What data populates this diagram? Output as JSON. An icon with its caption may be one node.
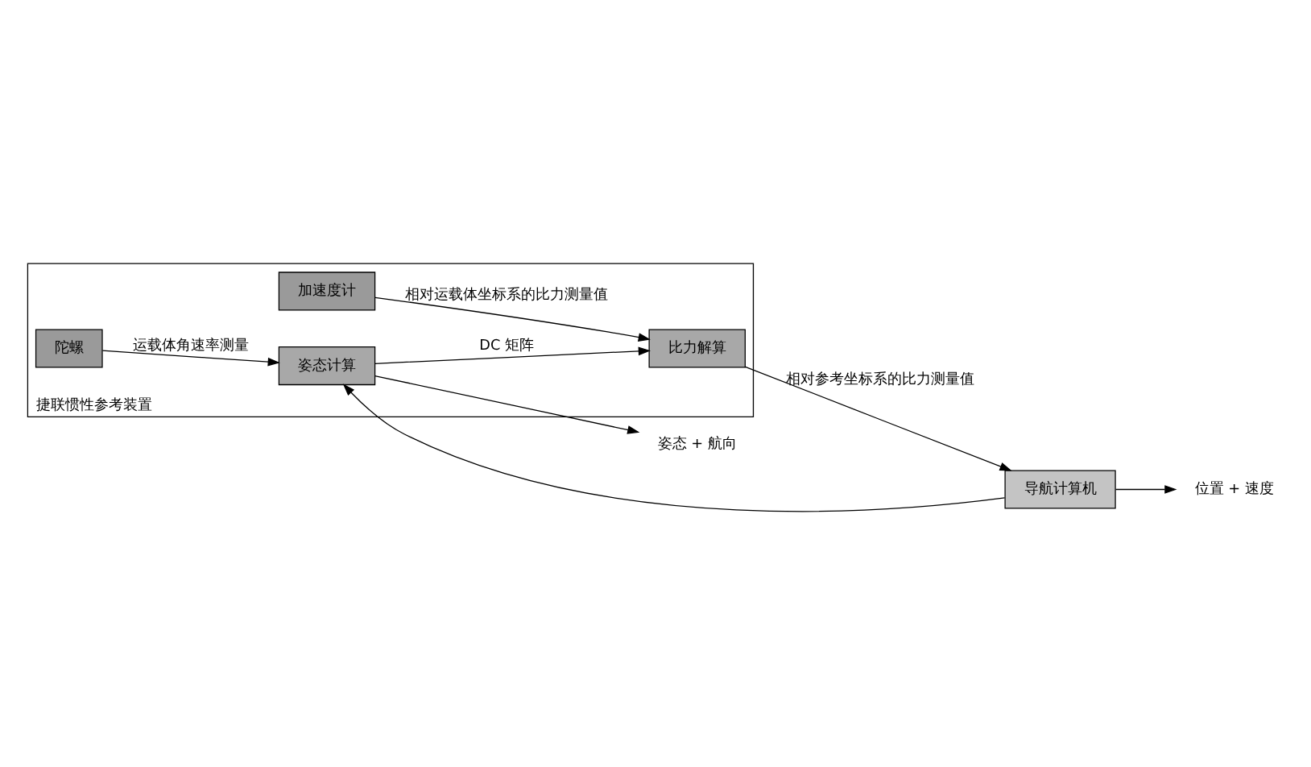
{
  "diagram": {
    "nodes": [
      {
        "text": [
          "捷联惯性参考装置"
        ]
      },
      {
        "text": [
          "加速度计"
        ],
        "in": 0
      },
      {
        "text": [
          "陀螺"
        ],
        "in": 0
      },
      {
        "text": [
          "比力解算"
        ],
        "in": 0
      },
      {
        "text": [
          "姿态计算"
        ],
        "in": 0
      },
      {
        "text": [
          "导航计算机"
        ]
      },
      {
        "text": [
          "位置 + 速度"
        ]
      },
      {
        "text": [
          "姿态 + 航向"
        ]
      }
    ],
    "edges": [
      {
        "from": 1,
        "to": 3,
        "arrow": "to",
        "label": "相对运载体坐标系的比力测量值"
      },
      {
        "from": 2,
        "to": 4,
        "arrow": "to",
        "label": "运载体角速率测量"
      },
      {
        "from": 4,
        "to": 3,
        "arrow": "to",
        "label": "DC 矩阵"
      },
      {
        "from": 3,
        "to": 5,
        "arrow": "to",
        "label": "相对参考坐标系的比力测量值"
      },
      {
        "from": 5,
        "to": 4,
        "arrow": "to"
      },
      {
        "from": 5,
        "to": 6,
        "arrow": "to"
      },
      {
        "from": 4,
        "to": 7,
        "arrow": "to"
      }
    ]
  }
}
